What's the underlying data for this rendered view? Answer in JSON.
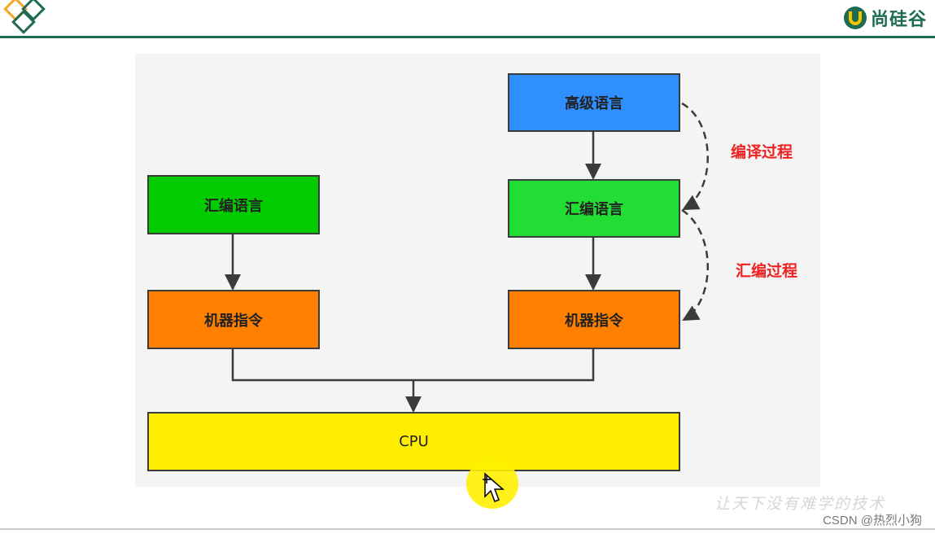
{
  "header": {
    "brand_text": "尚硅谷",
    "accent_color": "#1f6b52"
  },
  "diagram": {
    "left_chain": {
      "assembly": "汇编语言",
      "machine": "机器指令"
    },
    "right_chain": {
      "high_level": "高级语言",
      "assembly": "汇编语言",
      "machine": "机器指令"
    },
    "cpu": "CPU",
    "labels": {
      "compile": "编译过程",
      "assemble": "汇编过程"
    },
    "colors": {
      "high_level": "#2f8fff",
      "assembly_left": "#00cc00",
      "assembly_right": "#22dd33",
      "machine": "#ff8000",
      "cpu": "#ffee00",
      "process_label": "#ee2222"
    }
  },
  "footer": {
    "watermark": "让天下没有难学的技术",
    "csdn": "CSDN @热烈小狗"
  },
  "icons": [
    "corner-logo-icon",
    "brand-logo-icon",
    "move-cursor-icon"
  ]
}
